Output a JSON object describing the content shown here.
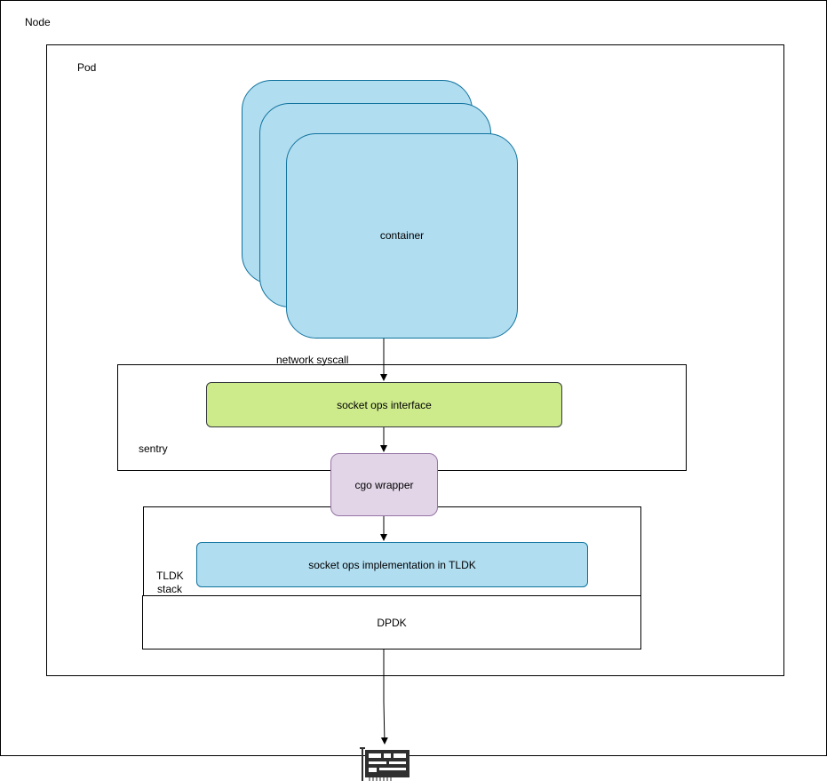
{
  "node": {
    "label": "Node"
  },
  "pod": {
    "label": "Pod"
  },
  "container": {
    "label": "container"
  },
  "edges": {
    "network_syscall": "network syscall"
  },
  "sentry": {
    "label": "sentry",
    "socket_ops_interface": "socket ops interface"
  },
  "cgo_wrapper": {
    "label": "cgo wrapper"
  },
  "tldk": {
    "label_line1": "TLDK",
    "label_line2": "stack",
    "socket_ops_impl": "socket ops implementation in TLDK"
  },
  "dpdk": {
    "label": "DPDK"
  },
  "nic": {
    "icon": "network-card-icon"
  },
  "colors": {
    "container_fill": "#b1ddf0",
    "container_stroke": "#10739e",
    "interface_fill": "#cdeb8b",
    "interface_stroke": "#36393d",
    "cgo_fill": "#e1d5e7",
    "cgo_stroke": "#9673a6",
    "tldk_impl_fill": "#b1ddf0",
    "tldk_impl_stroke": "#10739e"
  }
}
